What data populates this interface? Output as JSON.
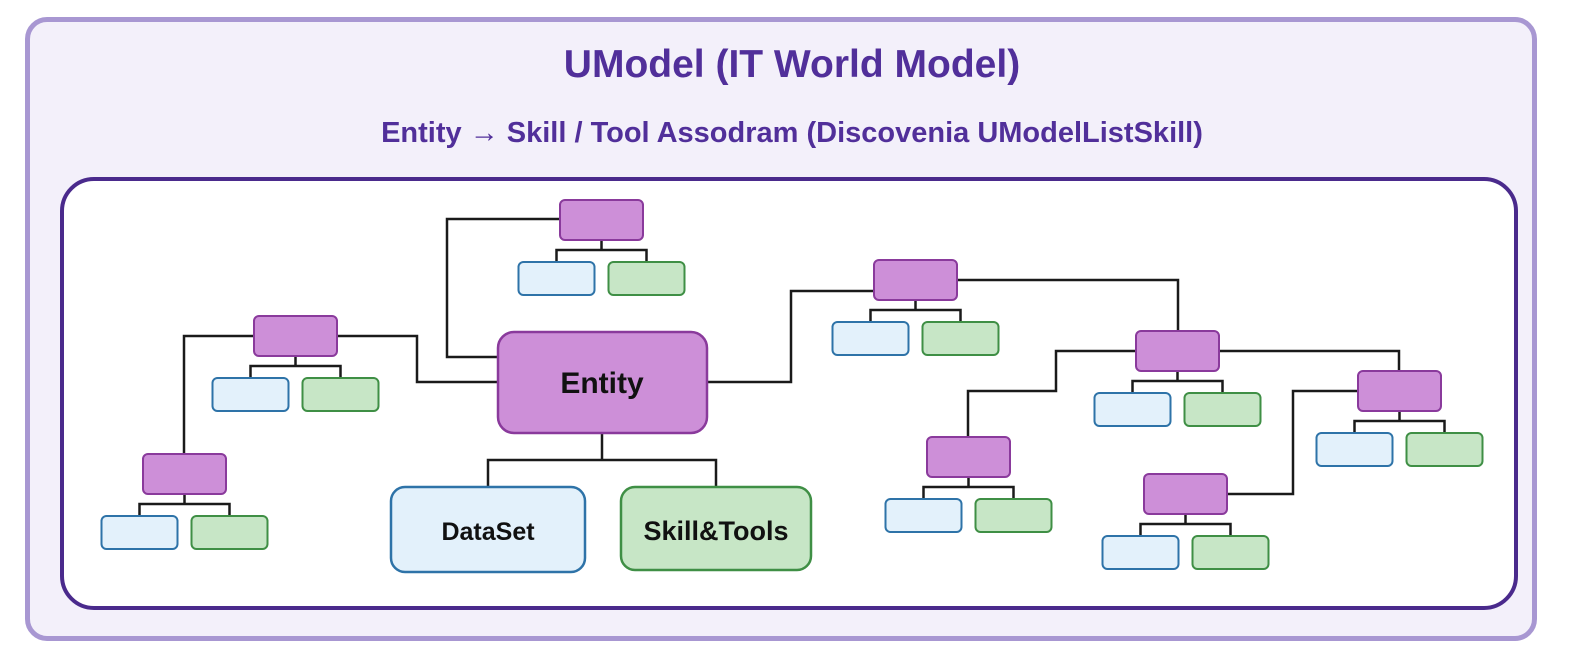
{
  "header": {
    "title": "UModel (IT World Model)",
    "subtitle": "Entity → Skill / Tool Assodram (Discovenia UModelListSkill)"
  },
  "diagram": {
    "center": {
      "label": "Entity"
    },
    "dataset": {
      "label": "DataSet"
    },
    "skills": {
      "label": "Skill&Tools"
    }
  },
  "colors": {
    "entity_fill": "#cd8fd8",
    "entity_stroke": "#8a3a9c",
    "dataset_fill": "#e3f1fb",
    "dataset_stroke": "#2e73a8",
    "skill_fill": "#c7e6c6",
    "skill_stroke": "#3f8f45",
    "frame_border": "#a897d2",
    "panel_border": "#4a2a8c",
    "title": "#512f9a"
  }
}
